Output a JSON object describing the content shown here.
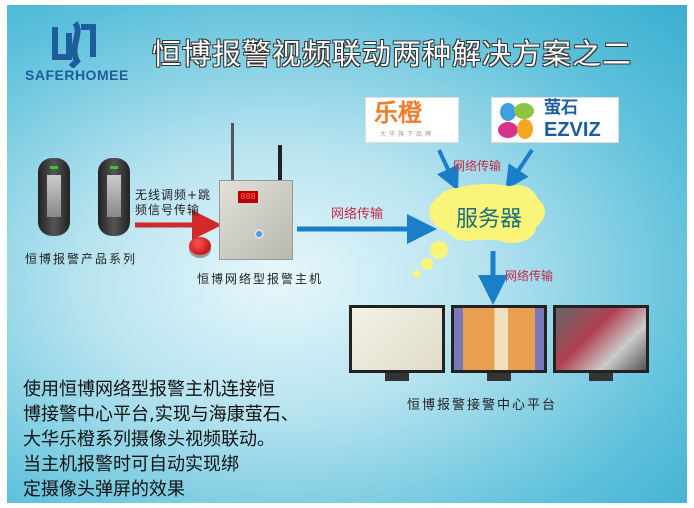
{
  "header": {
    "brand": "SAFERHOMEE",
    "title": "恒博报警视频联动两种解决方案之二"
  },
  "partners": {
    "lechange": {
      "name": "乐橙",
      "tagline": "大华旗下品牌"
    },
    "ezviz": {
      "cn": "萤石",
      "en": "ezviz"
    }
  },
  "nodes": {
    "sensors_label": "恒博报警产品系列",
    "wireless_label_1": "无线调频+跳",
    "wireless_label_2": "频信号传输",
    "host_label": "恒博网络型报警主机",
    "host_display": "888",
    "server_label": "服务器",
    "platform_label": "恒博报警接警中心平台"
  },
  "links": {
    "partners_to_server": "网络传输",
    "host_to_server": "网络传输",
    "server_to_platform": "网络传输"
  },
  "description": [
    "使用恒博网络型报警主机连接恒",
    "博接警中心平台,实现与海康萤石、",
    "大华乐橙系列摄像头视频联动。",
    "当主机报警时可自动实现绑",
    "定摄像头弹屏的效果"
  ]
}
